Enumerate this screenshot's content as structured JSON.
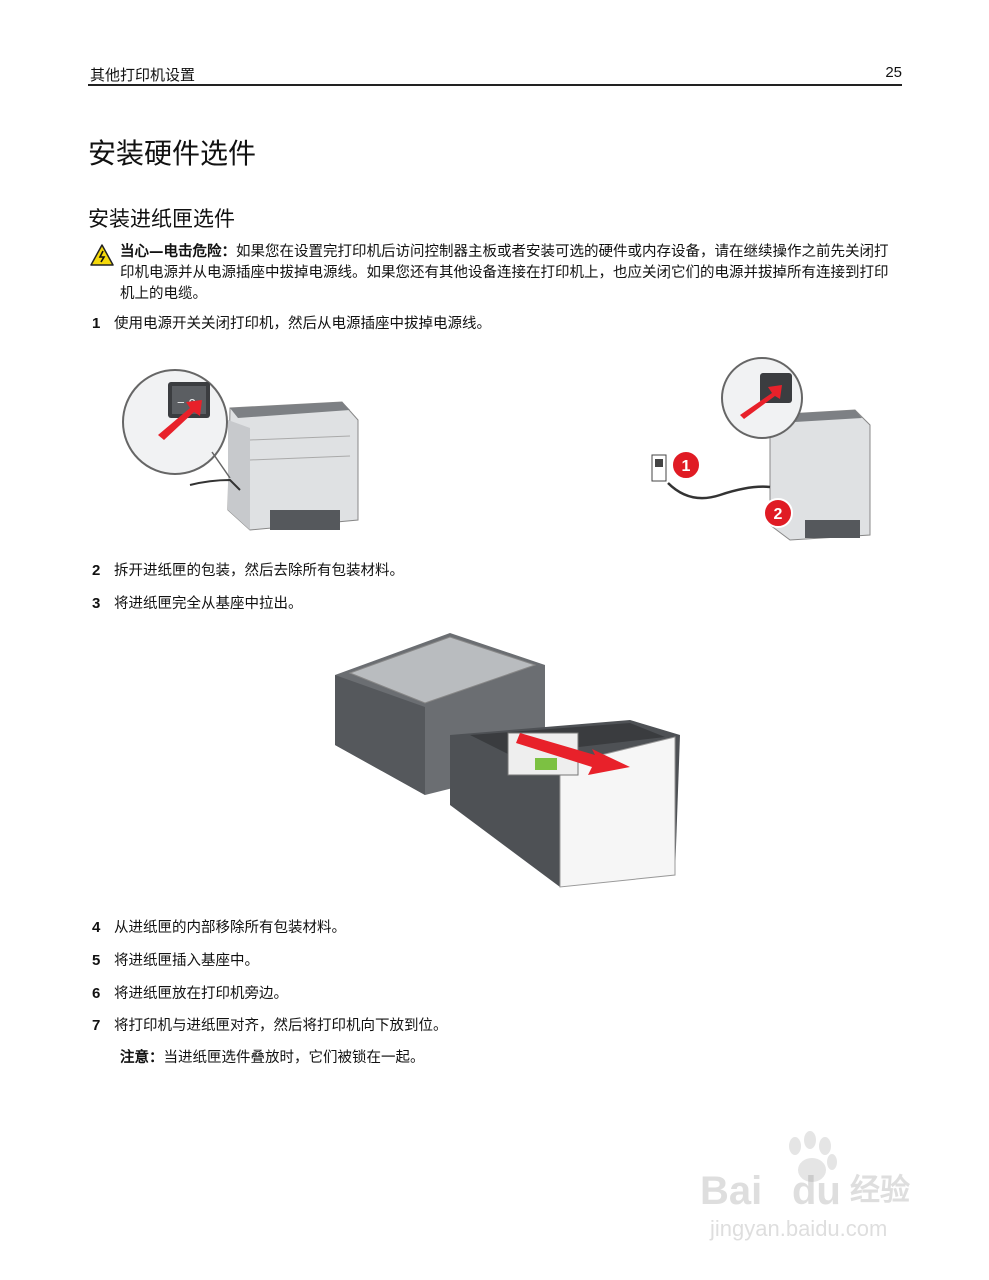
{
  "header": {
    "section": "其他打印机设置",
    "page_number": "25"
  },
  "title": "安装硬件选件",
  "subtitle": "安装进纸匣选件",
  "warning": {
    "label": "当心—电击危险：",
    "text": "如果您在设置完打印机后访问控制器主板或者安装可选的硬件或内存设备，请在继续操作之前先关闭打印机电源并从电源插座中拔掉电源线。如果您还有其他设备连接在打印机上，也应关闭它们的电源并拔掉所有连接到打印机上的电缆。"
  },
  "steps": [
    {
      "num": "1",
      "text": "使用电源开关关闭打印机，然后从电源插座中拔掉电源线。"
    },
    {
      "num": "2",
      "text": "拆开进纸匣的包装，然后去除所有包装材料。"
    },
    {
      "num": "3",
      "text": "将进纸匣完全从基座中拉出。"
    },
    {
      "num": "4",
      "text": "从进纸匣的内部移除所有包装材料。"
    },
    {
      "num": "5",
      "text": "将进纸匣插入基座中。"
    },
    {
      "num": "6",
      "text": "将进纸匣放在打印机旁边。"
    },
    {
      "num": "7",
      "text": "将打印机与进纸匣对齐，然后将打印机向下放到位。"
    }
  ],
  "note": {
    "label": "注意：",
    "text": "当进纸匣选件叠放时，它们被锁在一起。"
  },
  "callouts": {
    "one": "1",
    "two": "2"
  },
  "watermark": {
    "brand": "Bai",
    "brand2": "du",
    "suffix": "经验",
    "url": "jingyan.baidu.com"
  },
  "colors": {
    "callout_red": "#e01b24",
    "arrow_red": "#e8212a",
    "warning_yellow": "#f5d90a"
  }
}
